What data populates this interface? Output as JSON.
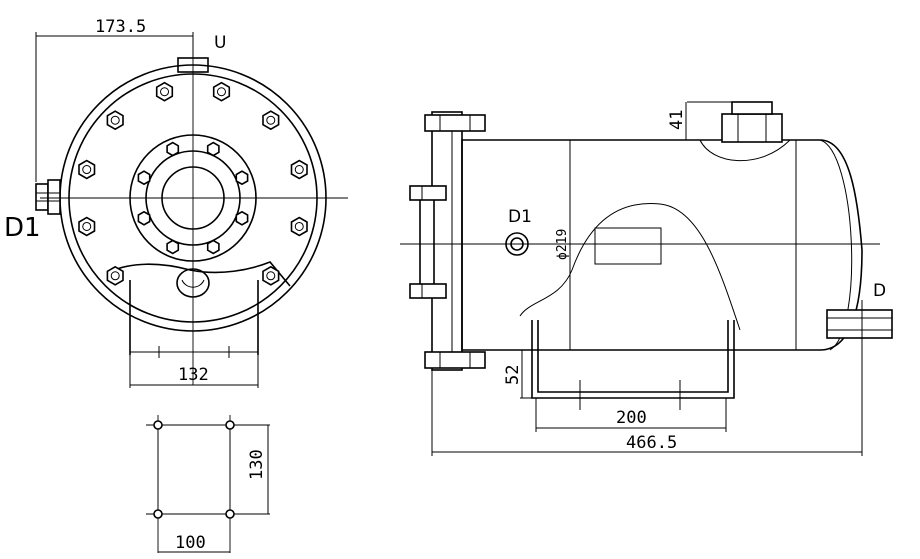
{
  "labels": {
    "u": "U",
    "d1_front": "D1",
    "d1_side": "D1",
    "d": "D",
    "dia": "ϕ219"
  },
  "dimensions": {
    "d173_5": "173.5",
    "d132": "132",
    "d130": "130",
    "d100": "100",
    "d41": "41",
    "d52": "52",
    "d200": "200",
    "d466_5": "466.5"
  }
}
